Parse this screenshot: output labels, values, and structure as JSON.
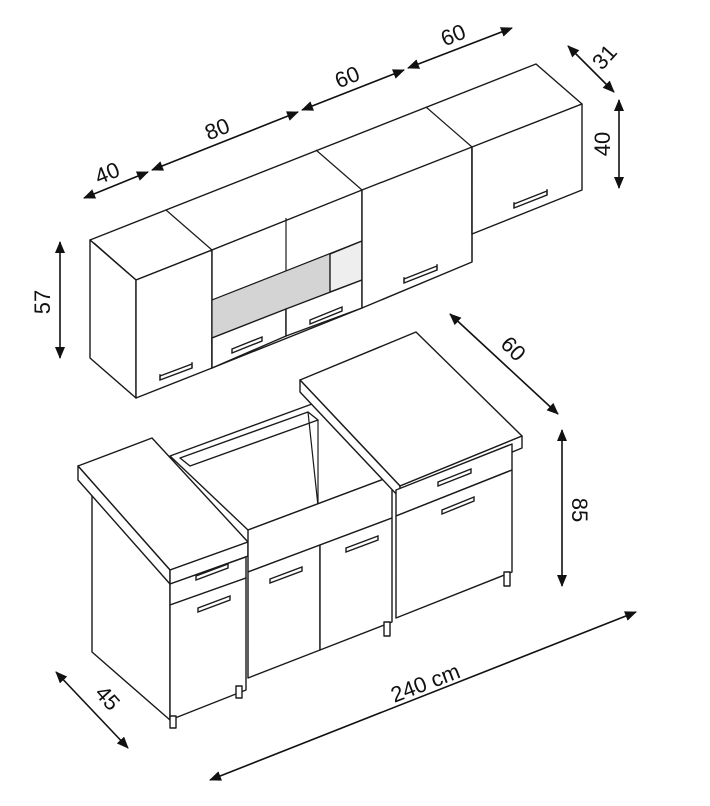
{
  "dimensions": {
    "upper_left_40": "40",
    "upper_80": "80",
    "upper_60_a": "60",
    "upper_60_b": "60",
    "upper_depth": "31",
    "upper_right_height": "40",
    "upper_height": "57",
    "base_depth_60": "60",
    "base_height": "85",
    "base_depth_45": "45",
    "total_width": "240 cm"
  },
  "colors": {
    "line": "#1a1a1a",
    "shelf_interior": "#d4d4d4",
    "background": "#ffffff"
  }
}
